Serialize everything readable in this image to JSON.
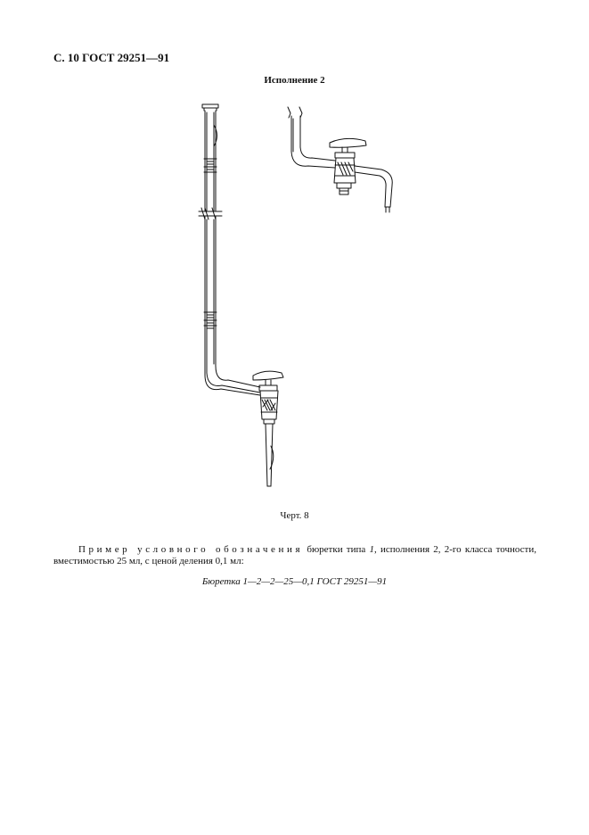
{
  "header": {
    "text": "С. 10 ГОСТ 29251—91"
  },
  "figure": {
    "title": "Исполнение 2",
    "caption": "Черт. 8"
  },
  "example": {
    "lead": "Пример условного обозначения",
    "text_1": " бюретки типа ",
    "type_value": "1",
    "text_2": ", исполнения 2, 2-го класса точности, вместимостью 25 мл, с ценой деления 0,1 мл:"
  },
  "designation": {
    "text": "Бюретка 1—2—2—25—0,1 ГОСТ 29251—91"
  }
}
